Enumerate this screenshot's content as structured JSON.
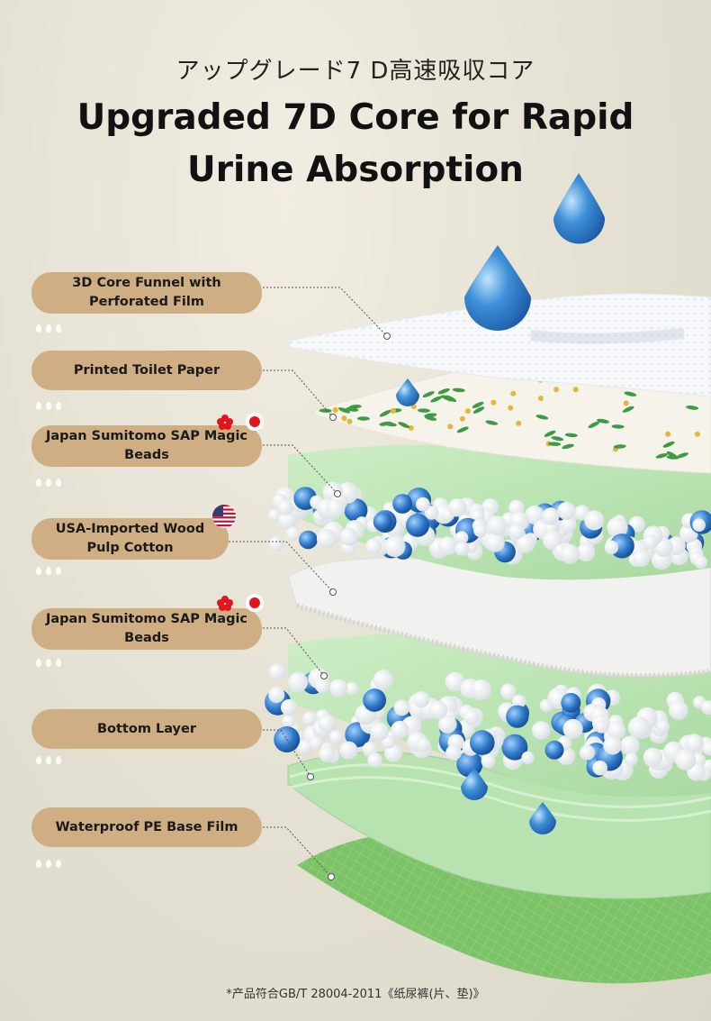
{
  "header": {
    "subtitle": "アップグレード7 D高速吸収コア",
    "title": "Upgraded 7D Core for Rapid Urine Absorption"
  },
  "layers": [
    {
      "label": "3D Core Funnel with Perforated Film"
    },
    {
      "label": "Printed Toilet Paper"
    },
    {
      "label": "Japan Sumitomo SAP Magic Beads",
      "flag": "japan"
    },
    {
      "label": "USA-Imported Wood Pulp Cotton",
      "flag": "usa"
    },
    {
      "label": "Japan Sumitomo SAP Magic Beads",
      "flag": "japan"
    },
    {
      "label": "Bottom Layer"
    },
    {
      "label": "Waterproof PE Base Film"
    }
  ],
  "footnote": "*产品符合GB/T 28004-2011《纸尿裤(片、垫)》",
  "colors": {
    "label_bg": "#cfae84",
    "green": "#b9dfb2",
    "base_green": "#7fc46a",
    "drop_blue": "#3d8fd6"
  }
}
